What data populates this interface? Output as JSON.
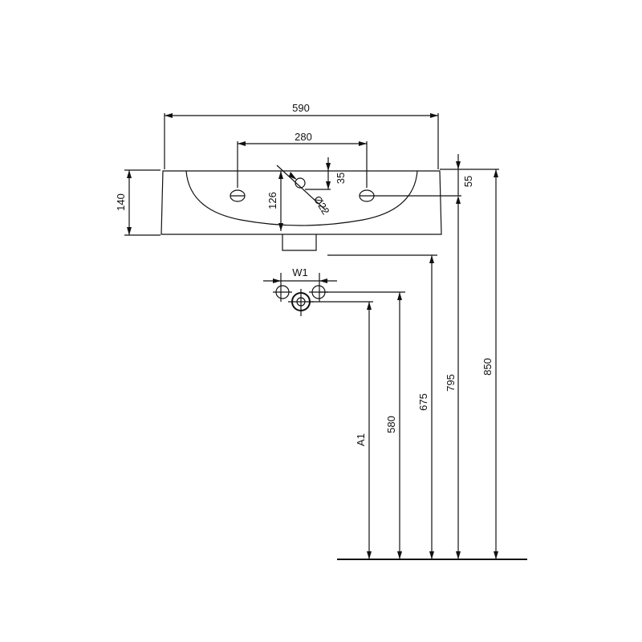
{
  "diagram": {
    "labels": {
      "width_overall": "590",
      "tap_hole_spacing": "280",
      "basin_height": "140",
      "basin_depth": "126",
      "overflow_offset": "35",
      "rim_offset": "55",
      "hole_diameter": "Ø22",
      "waste_width": "W1",
      "height_a1": "A1",
      "height_580": "580",
      "height_675": "675",
      "height_795": "795",
      "height_850": "850"
    },
    "colors": {
      "line": "#111111",
      "background": "#ffffff"
    }
  }
}
